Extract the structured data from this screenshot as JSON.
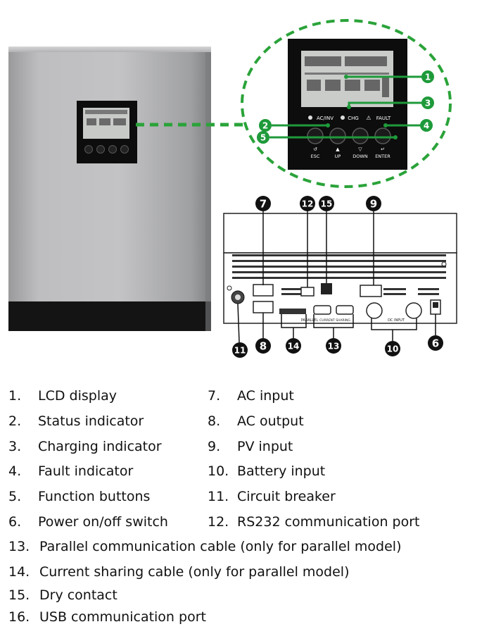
{
  "colors": {
    "callout_green": "#1e9a3a",
    "dash_green": "#2aa339",
    "case_silver": "#b9b9bb",
    "panel_black": "#0d0d0d",
    "lcd_gray": "#c9ccc9"
  },
  "panel": {
    "labels": {
      "ac_inv": "AC/INV",
      "chg": "CHG",
      "fault": "FAULT",
      "esc": "ESC",
      "up": "UP",
      "down": "DOWN",
      "enter": "ENTER"
    }
  },
  "rear": {
    "labels": {
      "parallel": "PARALLEL",
      "current_sharing": "CURRENT SHARING",
      "dc_input": "DC INPUT"
    }
  },
  "callouts": [
    "1",
    "2",
    "3",
    "4",
    "5",
    "6",
    "7",
    "8",
    "9",
    "10",
    "11",
    "12",
    "13",
    "14",
    "15"
  ],
  "legend": [
    {
      "num": "1.",
      "text": "LCD display"
    },
    {
      "num": "2.",
      "text": "Status indicator"
    },
    {
      "num": "3.",
      "text": "Charging indicator"
    },
    {
      "num": "4.",
      "text": "Fault indicator"
    },
    {
      "num": "5.",
      "text": "Function buttons"
    },
    {
      "num": "6.",
      "text": "Power on/off switch"
    },
    {
      "num": "7.",
      "text": "AC input"
    },
    {
      "num": "8.",
      "text": "AC output"
    },
    {
      "num": "9.",
      "text": "PV input"
    },
    {
      "num": "10.",
      "text": "Battery input"
    },
    {
      "num": "11.",
      "text": "Circuit breaker"
    },
    {
      "num": "12.",
      "text": "RS232 communication port"
    },
    {
      "num": "13.",
      "text": "Parallel communication cable (only for parallel model)"
    },
    {
      "num": "14.",
      "text": "Current sharing cable (only for parallel model)"
    },
    {
      "num": "15.",
      "text": "Dry contact"
    },
    {
      "num": "16.",
      "text": "USB communication port"
    }
  ]
}
